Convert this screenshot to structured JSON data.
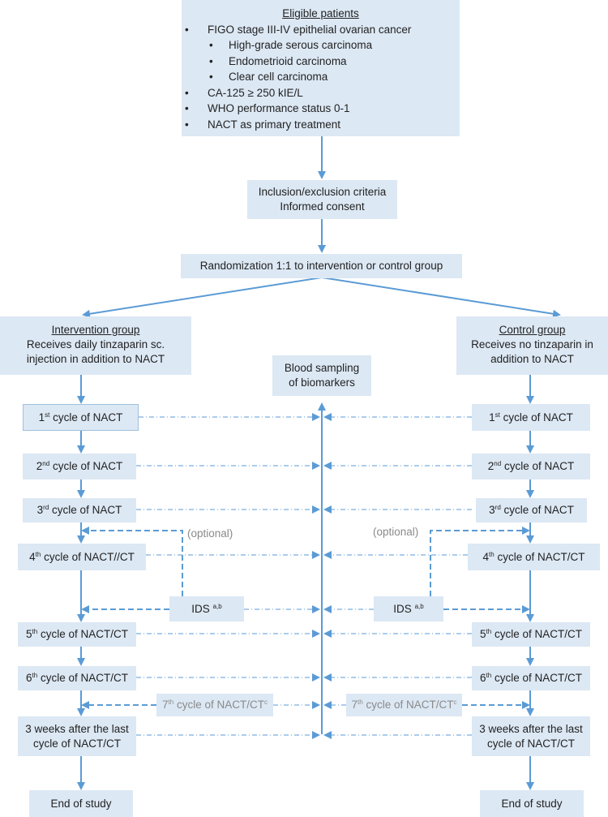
{
  "eligible": {
    "title": "Eligible patients",
    "criteria": [
      {
        "text": "FIGO stage III-IV epithelial ovarian cancer",
        "level": 1
      },
      {
        "text": "High-grade serous carcinoma",
        "level": 2
      },
      {
        "text": "Endometrioid carcinoma",
        "level": 2
      },
      {
        "text": "Clear cell carcinoma",
        "level": 2
      },
      {
        "text": "CA-125 ≥ 250 kIE/L",
        "level": 1
      },
      {
        "text": "WHO performance status 0-1",
        "level": 1
      },
      {
        "text": "NACT as primary treatment",
        "level": 1
      }
    ]
  },
  "inclusion": {
    "line1": "Inclusion/exclusion criteria",
    "line2": "Informed consent"
  },
  "randomization": "Randomization 1:1 to intervention or control group",
  "intervention": {
    "title": "Intervention group",
    "line1": "Receives daily tinzaparin sc.",
    "line2": "injection in addition to NACT"
  },
  "control": {
    "title": "Control group",
    "line1": "Receives no tinzaparin in",
    "line2": "addition to NACT"
  },
  "blood": {
    "line1": "Blood sampling",
    "line2": "of biomarkers"
  },
  "left_steps": {
    "c1": {
      "ord": "1",
      "sup": "st",
      "rest": " cycle of NACT"
    },
    "c2": {
      "ord": "2",
      "sup": "nd",
      "rest": " cycle of NACT"
    },
    "c3": {
      "ord": "3",
      "sup": "rd",
      "rest": " cycle of NACT"
    },
    "c4": {
      "ord": "4",
      "sup": "th",
      "rest": " cycle of NACT//CT"
    },
    "ids": {
      "text": "IDS ",
      "sup": "a,b"
    },
    "c5": {
      "ord": "5",
      "sup": "th",
      "rest": " cycle of NACT/CT"
    },
    "c6": {
      "ord": "6",
      "sup": "th",
      "rest": " cycle of NACT/CT"
    },
    "c7": {
      "ord": "7",
      "sup": "th",
      "rest": " cycle of NACT/CT",
      "sup2": "c"
    },
    "after": {
      "line1": "3 weeks after the last",
      "line2": "cycle of NACT/CT"
    },
    "end": "End of study"
  },
  "right_steps": {
    "c1": {
      "ord": "1",
      "sup": "st",
      "rest": " cycle of NACT"
    },
    "c2": {
      "ord": "2",
      "sup": "nd",
      "rest": " cycle of NACT"
    },
    "c3": {
      "ord": "3",
      "sup": "rd",
      "rest": " cycle of NACT"
    },
    "c4": {
      "ord": "4",
      "sup": "th",
      "rest": " cycle of NACT/CT"
    },
    "ids": {
      "text": "IDS ",
      "sup": "a,b"
    },
    "c5": {
      "ord": "5",
      "sup": "th",
      "rest": " cycle of NACT/CT"
    },
    "c6": {
      "ord": "6",
      "sup": "th",
      "rest": " cycle of NACT/CT"
    },
    "c7": {
      "ord": "7",
      "sup": "th",
      "rest": " cycle of NACT/CT",
      "sup2": "c"
    },
    "after": {
      "line1": "3 weeks after the last",
      "line2": "cycle of NACT/CT"
    },
    "end": "End of study"
  },
  "optional_left": "(optional)",
  "optional_right": "(optional)",
  "colors": {
    "box": "#dce8f4",
    "arrow": "#5b9bd5",
    "text": "#222222",
    "muted": "#8a8a8a"
  }
}
